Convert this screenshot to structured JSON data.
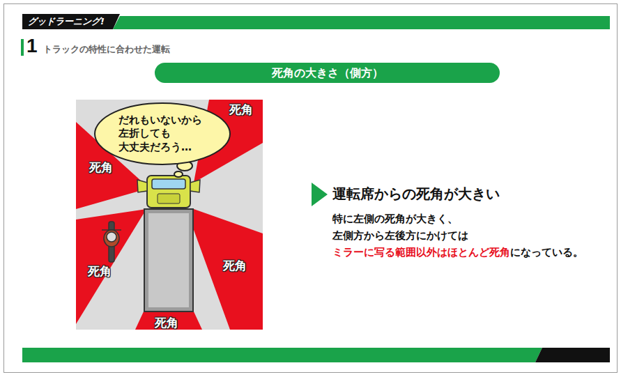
{
  "diagram": {
    "title": "死角の大きさ（側方）",
    "nodes": [
      {
        "text": [
          "グッドラーニング!"
        ]
      },
      {
        "text": [
          "だれもいないから 左折しても 大丈夫だろう…"
        ]
      }
    ],
    "labels": [
      "1",
      "トラックの特性に合わせた運転",
      "死角",
      "死角",
      "死角",
      "死角",
      "死角",
      "運転席からの死角が大きい",
      "特に左側の死角が大きく、 左側方から左後方にかけては",
      "ミラーに写る範囲以外はほとんど死角",
      "になっている。"
    ]
  }
}
